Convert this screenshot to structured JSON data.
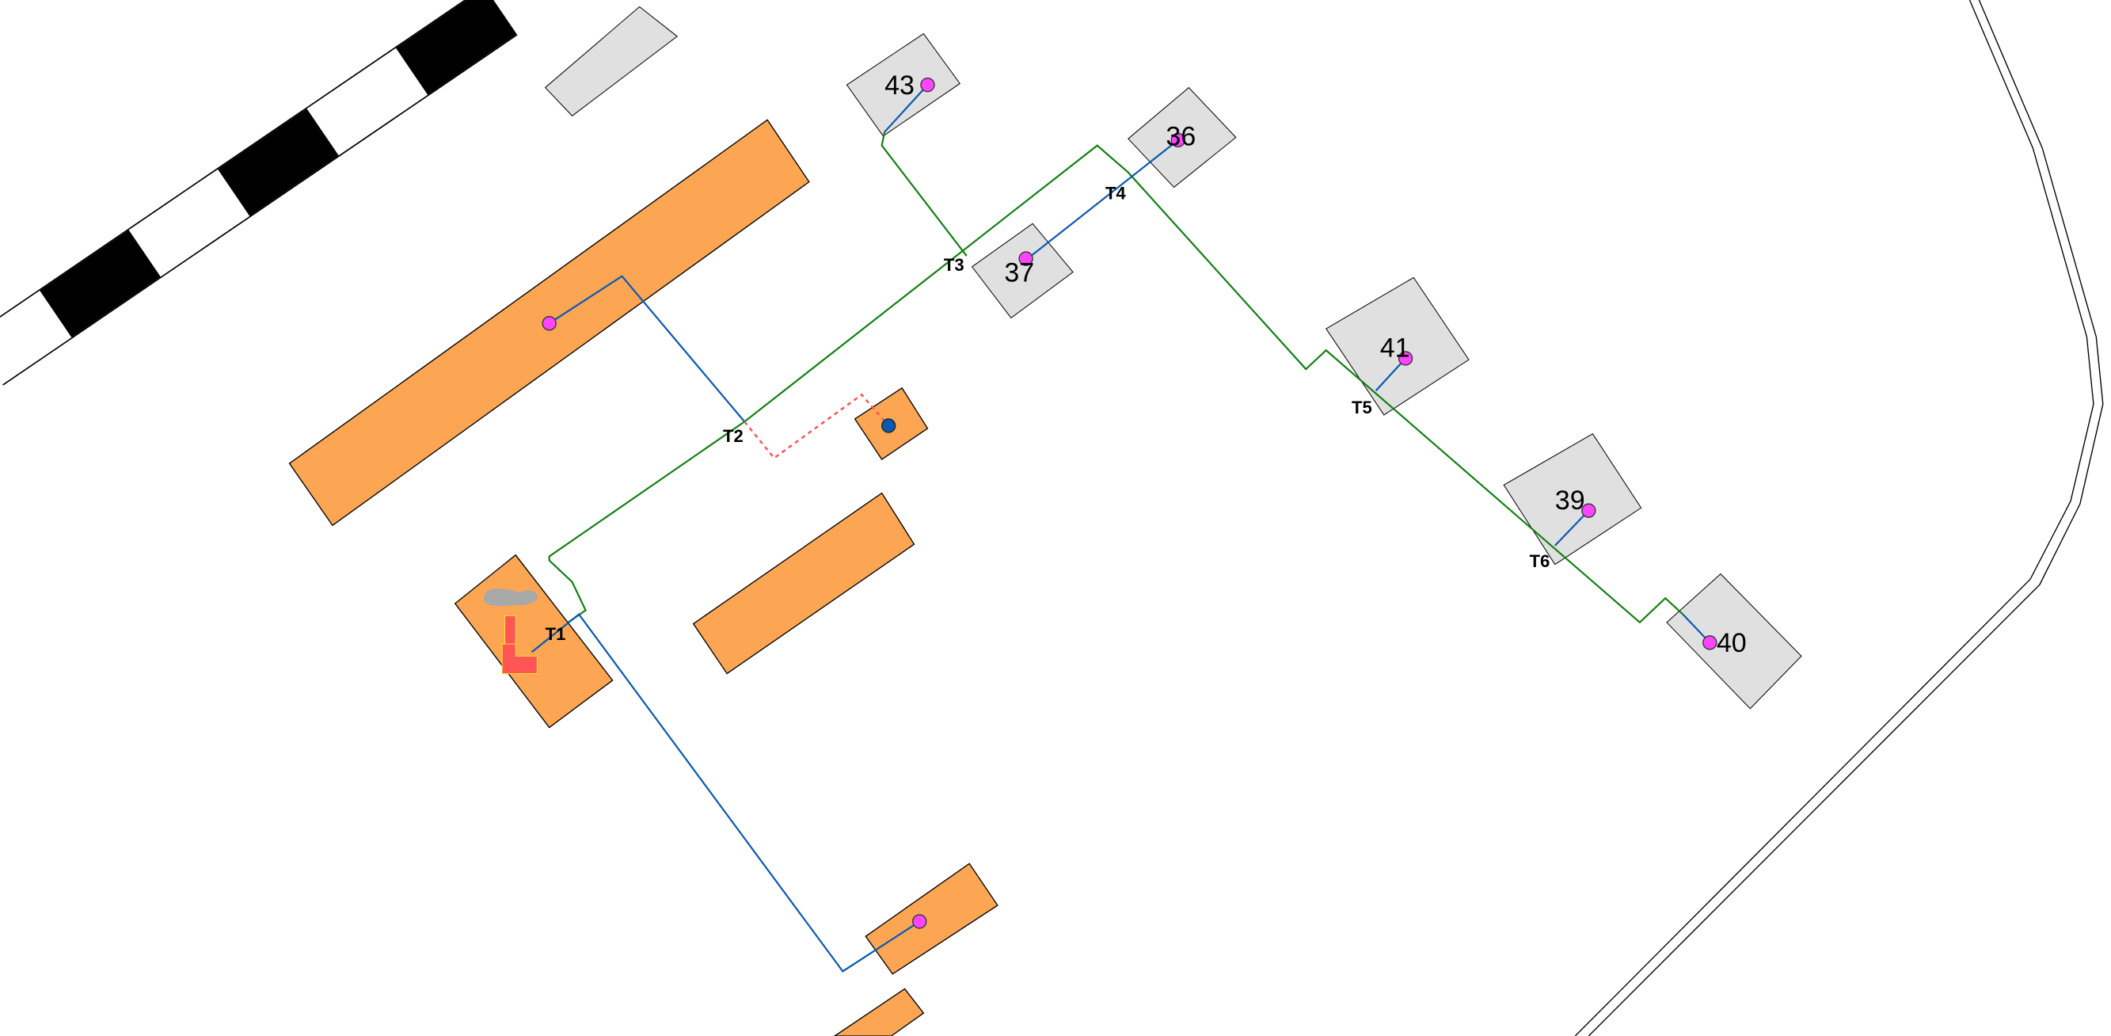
{
  "buildings": {
    "b43": "43",
    "b36": "36",
    "b37": "37",
    "b41": "41",
    "b39": "39",
    "b40": "40"
  },
  "nodes": {
    "t1": "T1",
    "t2": "T2",
    "t3": "T3",
    "t4": "T4",
    "t5": "T5",
    "t6": "T6"
  },
  "colors": {
    "supply_main": "#138013",
    "branch": "#0a59b0",
    "planned": "#ff5555",
    "consumer": "#ff44ff",
    "building_connected": "#fca654",
    "building_other": "#e0e0e0"
  }
}
